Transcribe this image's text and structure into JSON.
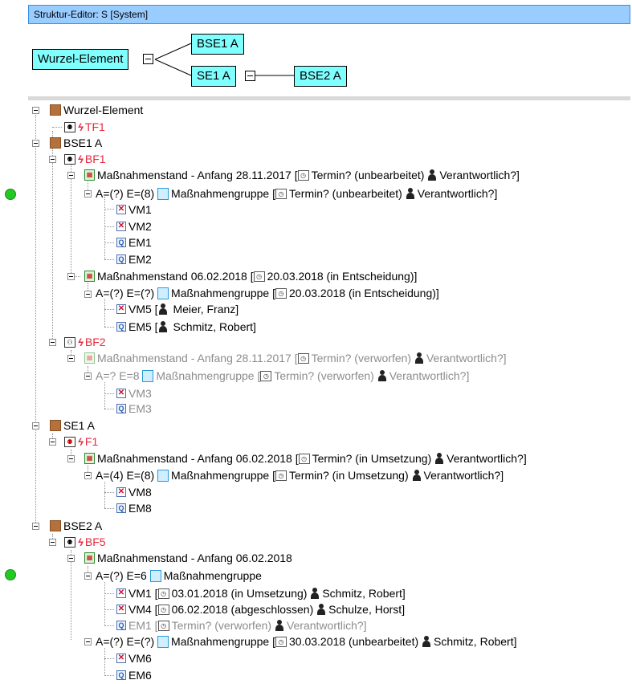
{
  "window": {
    "title": "Struktur-Editor: S [System]"
  },
  "diagram": {
    "root": "Wurzel-Element",
    "bse1": "BSE1 A",
    "se1": "SE1 A",
    "bse2": "BSE2 A"
  },
  "tree": {
    "wurzel": {
      "label": "Wurzel-Element",
      "tf1": "TF1"
    },
    "bse1": {
      "label": "BSE1 A",
      "bf1": {
        "label": "BF1",
        "ms1": {
          "label": "Maßnahmenstand - Anfang 28.11.2017 [",
          "termin": "Termin? (unbearbeitet)",
          "verantw": "Verantwortlich?]"
        },
        "grp1": {
          "prefix": "A=(?) E=(8)",
          "label": "Maßnahmengruppe [",
          "termin": "Termin? (unbearbeitet)",
          "verantw": "Verantwortlich?]"
        },
        "vm1": "VM1",
        "vm2": "VM2",
        "em1": "EM1",
        "em2": "EM2",
        "ms2": {
          "label": "Maßnahmenstand 06.02.2018 [",
          "termin": "20.03.2018 (in Entscheidung)]"
        },
        "grp2": {
          "prefix": "A=(?) E=(?)",
          "label": "Maßnahmengruppe [",
          "termin": "20.03.2018 (in Entscheidung)]"
        },
        "vm5": {
          "label": "VM5 [",
          "person": "Meier, Franz]"
        },
        "em5": {
          "label": "EM5 [",
          "person": "Schmitz, Robert]"
        }
      },
      "bf2": {
        "label": "BF2",
        "ms": {
          "label": "Maßnahmenstand - Anfang 28.11.2017 [",
          "termin": "Termin? (verworfen)",
          "verantw": "Verantwortlich?]"
        },
        "grp": {
          "prefix": "A=? E=8",
          "label": "Maßnahmengruppe [",
          "termin": "Termin? (verworfen)",
          "verantw": "Verantwortlich?]"
        },
        "vm3": "VM3",
        "em3": "EM3"
      }
    },
    "se1": {
      "label": "SE1 A",
      "f1": {
        "label": "F1",
        "ms": {
          "label": "Maßnahmenstand - Anfang 06.02.2018 [",
          "termin": "Termin? (in Umsetzung)",
          "verantw": "Verantwortlich?]"
        },
        "grp": {
          "prefix": "A=(4) E=(8)",
          "label": "Maßnahmengruppe [",
          "termin": "Termin? (in Umsetzung)",
          "verantw": "Verantwortlich?]"
        },
        "vm8": "VM8",
        "em8": "EM8"
      }
    },
    "bse2": {
      "label": "BSE2 A",
      "bf5": {
        "label": "BF5",
        "ms": {
          "label": "Maßnahmenstand - Anfang 06.02.2018"
        },
        "grp1": {
          "prefix": "A=(?) E=6",
          "label": "Maßnahmengruppe"
        },
        "vm1": {
          "label": "VM1 [",
          "termin": "03.01.2018 (in Umsetzung)",
          "person": "Schmitz, Robert]"
        },
        "vm4": {
          "label": "VM4 [",
          "termin": "06.02.2018 (abgeschlossen)",
          "person": "Schulze, Horst]"
        },
        "em1": {
          "label": "EM1 [",
          "termin": "Termin? (verworfen)",
          "person": "Verantwortlich?]"
        },
        "grp2": {
          "prefix": "A=(?) E=(?)",
          "label": "Maßnahmengruppe [",
          "termin": "30.03.2018 (unbearbeitet)",
          "person": "Schmitz, Robert]"
        },
        "vm6": "VM6",
        "em6": "EM6"
      }
    }
  },
  "colors": {
    "title_bg": "#99ccff",
    "node_bg": "#80ffff",
    "fault_red": "#e8283c",
    "disabled_grey": "#8c8c8c",
    "status_green": "#22c922"
  },
  "icons": [
    "collapse-icon",
    "bolt-icon",
    "person-icon",
    "calendar-icon",
    "group-icon",
    "measure-status-icon"
  ]
}
